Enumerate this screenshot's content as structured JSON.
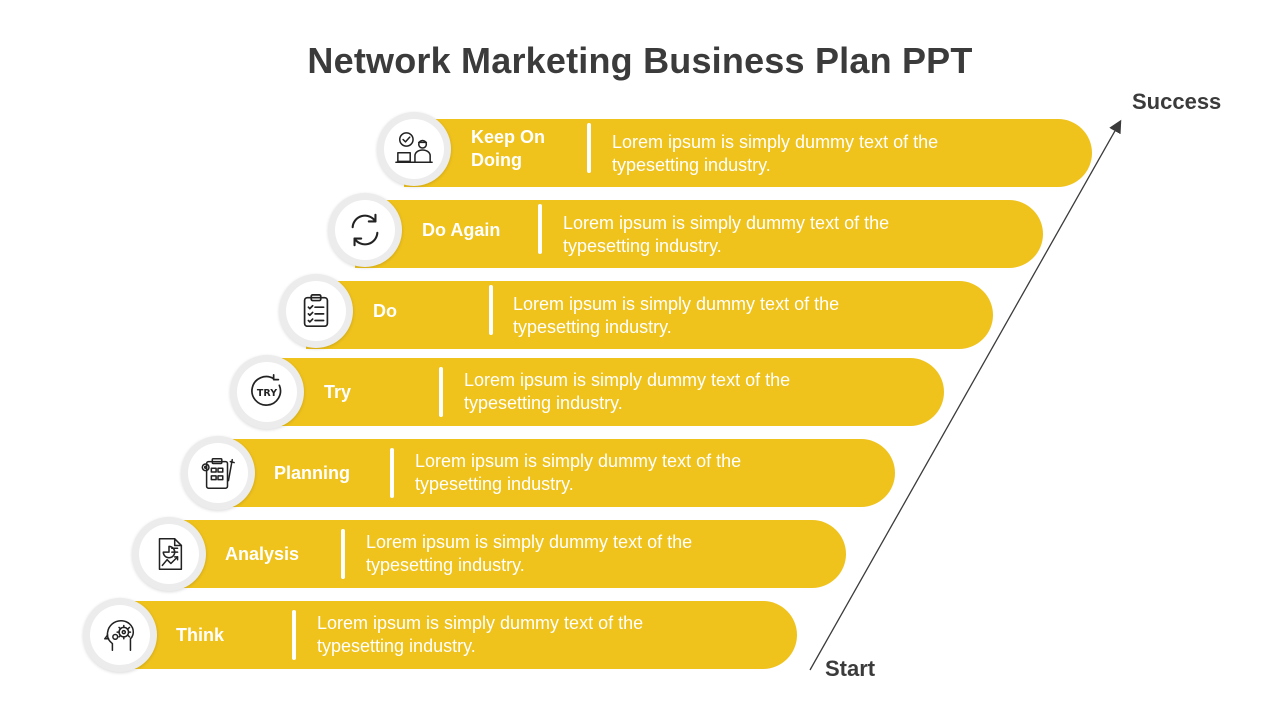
{
  "title": "Network Marketing Business Plan PPT",
  "colors": {
    "bar": "#EFC21C",
    "title": "#3b3b3b",
    "text_on_bar": "#ffffff"
  },
  "arrow": {
    "start_label": "Start",
    "end_label": "Success"
  },
  "steps": [
    {
      "label": "Keep On Doing",
      "description": "Lorem ipsum is simply dummy text of the typesetting industry.",
      "icon": "worker-checklist-icon"
    },
    {
      "label": "Do Again",
      "description": "Lorem ipsum is simply dummy text of the typesetting industry.",
      "icon": "refresh-icon"
    },
    {
      "label": "Do",
      "description": "Lorem ipsum is simply dummy text of the typesetting industry.",
      "icon": "clipboard-checklist-icon"
    },
    {
      "label": "Try",
      "description": "Lorem ipsum is simply dummy text of the typesetting industry.",
      "icon": "try-badge-icon"
    },
    {
      "label": "Planning",
      "description": "Lorem ipsum is simply dummy text of the typesetting industry.",
      "icon": "planning-board-icon"
    },
    {
      "label": "Analysis",
      "description": "Lorem ipsum is simply dummy text of the typesetting industry.",
      "icon": "analysis-report-icon"
    },
    {
      "label": "Think",
      "description": "Lorem ipsum is simply dummy text of the typesetting industry.",
      "icon": "head-gears-icon"
    }
  ]
}
